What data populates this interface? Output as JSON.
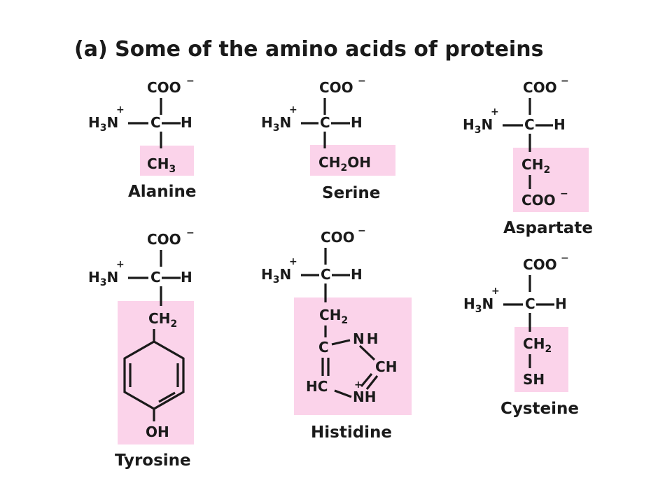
{
  "figure": {
    "title": "(a) Some of the amino acids of proteins",
    "highlight_color": "#fbd3ea",
    "ink_color": "#1a1a1a"
  },
  "backbone": {
    "carboxylate": "COO",
    "charge_minus": "−",
    "charge_plus": "+",
    "amino_h": "H",
    "amino_sub": "3",
    "amino_n": "N",
    "alpha_c": "C",
    "alpha_h": "H"
  },
  "molecules": [
    {
      "id": "alanine",
      "name": "Alanine",
      "side_chain": "CH3"
    },
    {
      "id": "serine",
      "name": "Serine",
      "side_chain": "CH2OH"
    },
    {
      "id": "aspartate",
      "name": "Aspartate",
      "side_chain": "CH2–COO−"
    },
    {
      "id": "tyrosine",
      "name": "Tyrosine",
      "side_chain": "CH2–C6H4–OH"
    },
    {
      "id": "histidine",
      "name": "Histidine",
      "side_chain": "CH2–imidazolium"
    },
    {
      "id": "cysteine",
      "name": "Cysteine",
      "side_chain": "CH2–SH"
    }
  ],
  "side_chain_atoms": {
    "c": "C",
    "h": "H",
    "o": "O",
    "n": "N",
    "s": "S",
    "sub_2": "2",
    "sub_3": "3"
  }
}
